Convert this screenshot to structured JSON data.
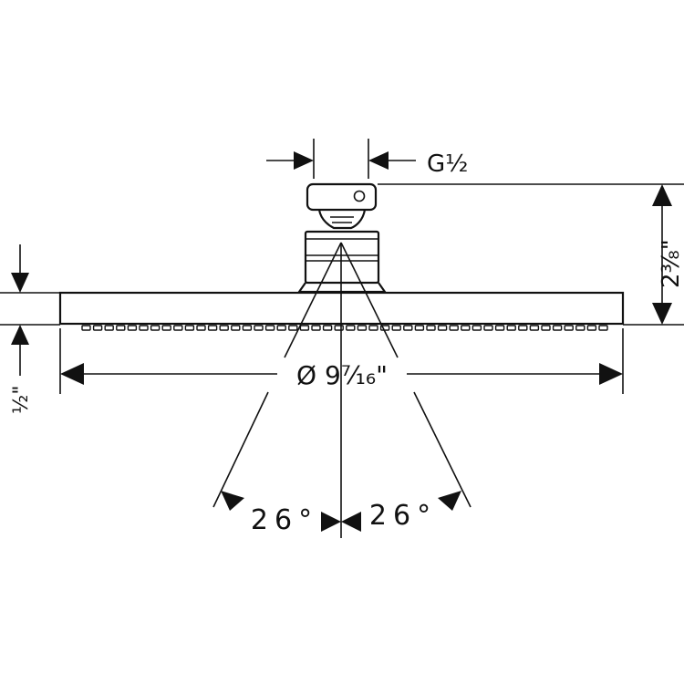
{
  "drawing": {
    "thread_label": "G½",
    "height_label": "2⅜\"",
    "thickness_label": "½\"",
    "diameter_label": "Ø 9⁷⁄₁₆\"",
    "angle_left_label": "26°",
    "angle_right_label": "26°"
  },
  "colors": {
    "line": "#111111",
    "background": "#ffffff"
  }
}
